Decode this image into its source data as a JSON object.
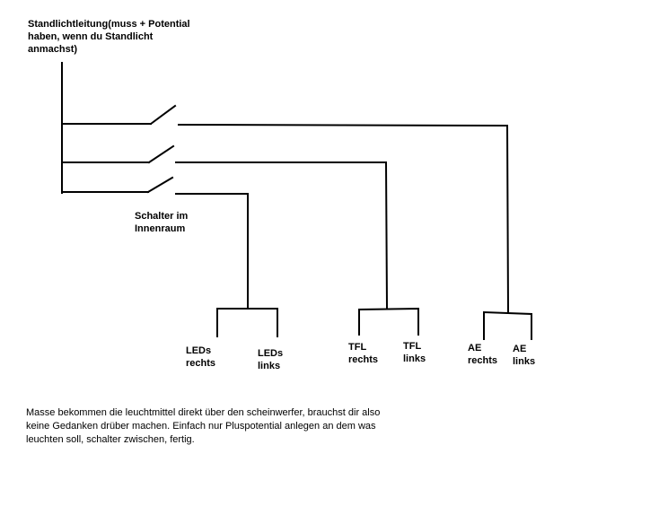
{
  "labels": {
    "supply": "Standlichtleitung(muss  + Potential\nhaben, wenn du Standlicht\nanmachst)",
    "switch": "Schalter im\nInnenraum",
    "leds_right": "LEDs\nrechts",
    "leds_left": "LEDs\nlinks",
    "tfl_right": "TFL\nrechts",
    "tfl_left": "TFL\nlinks",
    "ae_right": "AE\nrechts",
    "ae_left": "AE\nlinks"
  },
  "note": "Masse bekommen die leuchtmittel direkt über den scheinwerfer, brauchst dir also\nkeine Gedanken drüber machen. Einfach nur Pluspotential anlegen an dem was\nleuchten soll, schalter zwischen, fertig.",
  "colors": {
    "wire": "#000000",
    "background": "#ffffff"
  }
}
